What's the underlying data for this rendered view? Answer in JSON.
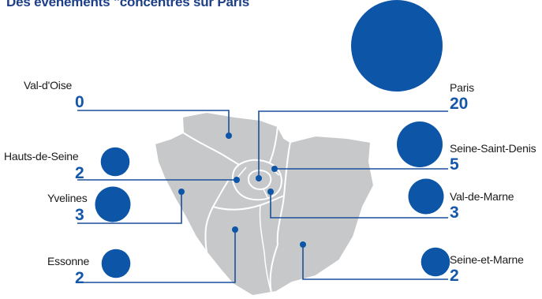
{
  "title": "Des événements \"concentrés sur Paris",
  "colors": {
    "bubble": "#0c55a7",
    "value": "#1456a8",
    "leader": "#1b4f9c",
    "map_fill": "#c7c8ca",
    "borders": "#ffffff"
  },
  "departments": [
    {
      "id": "val-d-oise",
      "name": "Val-d'Oise",
      "value": "0",
      "count": 0
    },
    {
      "id": "paris",
      "name": "Paris",
      "value": "20",
      "count": 20
    },
    {
      "id": "hauts-de-seine",
      "name": "Hauts-de-Seine",
      "value": "2",
      "count": 2
    },
    {
      "id": "seine-saint-denis",
      "name": "Seine-Saint-Denis",
      "value": "5",
      "count": 5
    },
    {
      "id": "yvelines",
      "name": "Yvelines",
      "value": "3",
      "count": 3
    },
    {
      "id": "val-de-marne",
      "name": "Val-de-Marne",
      "value": "3",
      "count": 3
    },
    {
      "id": "essonne",
      "name": "Essonne",
      "value": "2",
      "count": 2
    },
    {
      "id": "seine-et-marne",
      "name": "Seine-et-Marne",
      "value": "2",
      "count": 2
    }
  ]
}
